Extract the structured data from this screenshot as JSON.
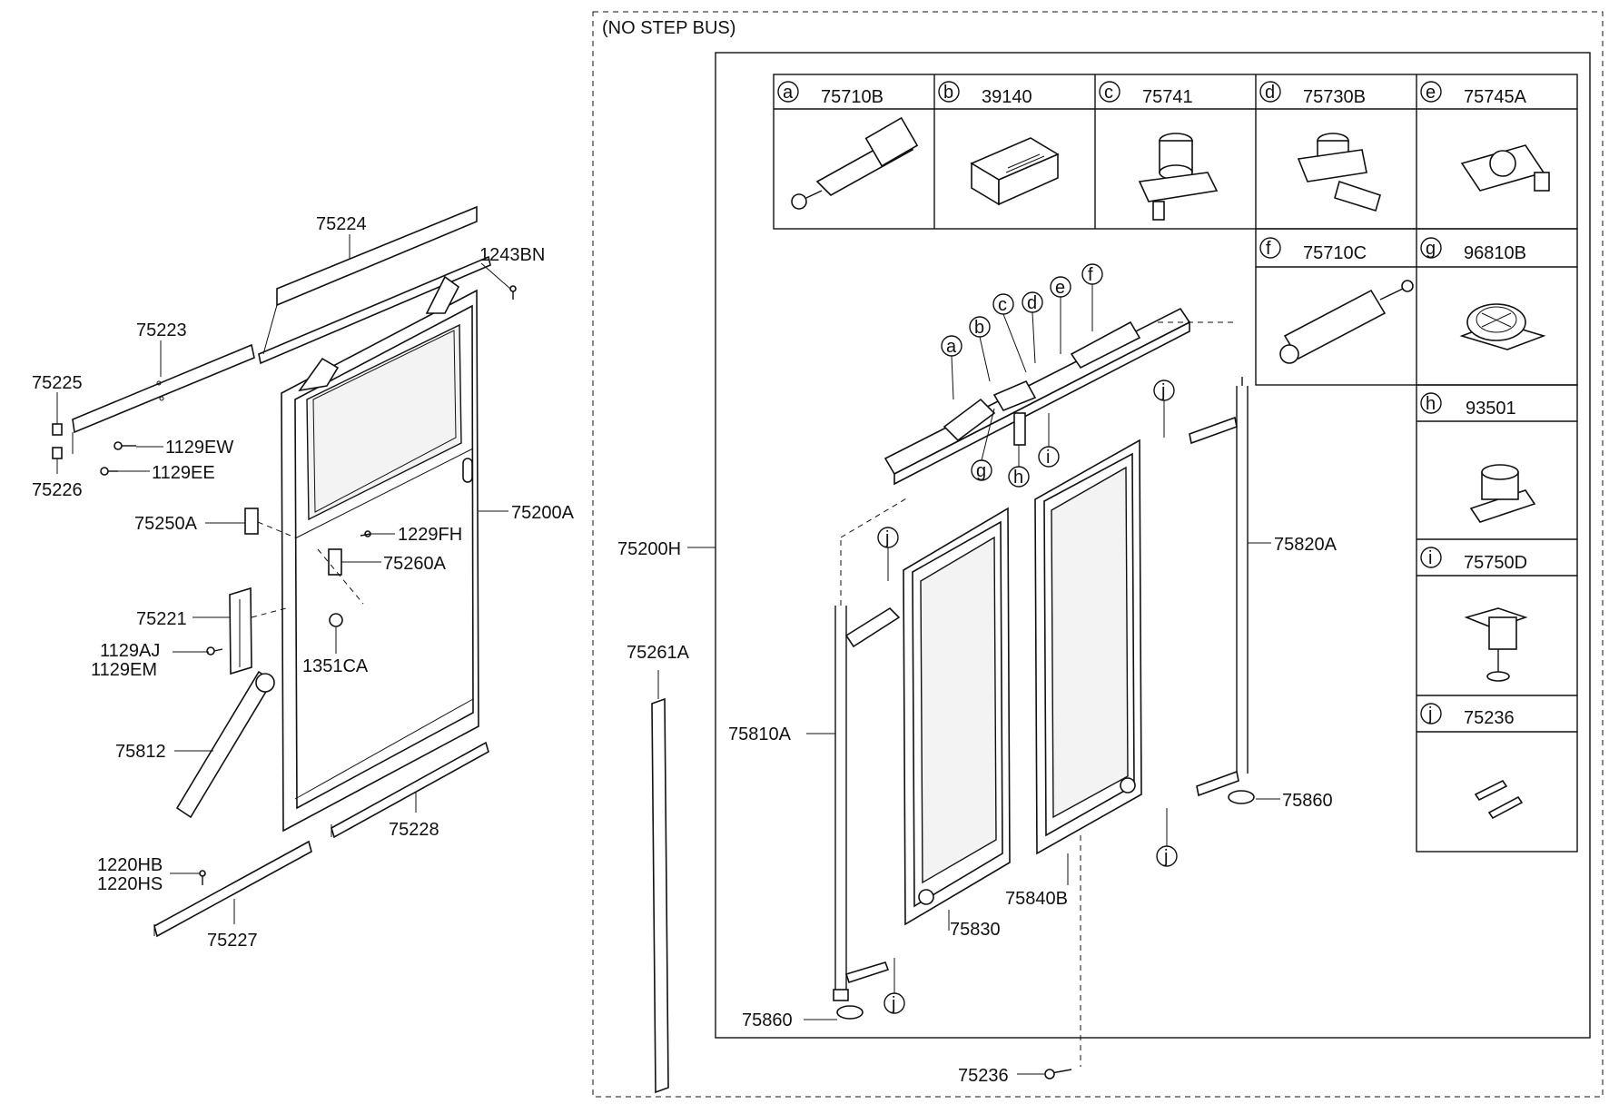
{
  "section_label": "(NO STEP BUS)",
  "callouts_left": {
    "c75224": "75224",
    "c1243BN": "1243BN",
    "c75223": "75223",
    "c75225": "75225",
    "c75226": "75226",
    "c1129EW": "1129EW",
    "c1129EE": "1129EE",
    "c75250A": "75250A",
    "c1229FH": "1229FH",
    "c75260A": "75260A",
    "c75200A": "75200A",
    "c75221": "75221",
    "c1129AJ": "1129AJ",
    "c1129EM": "1129EM",
    "c1351CA": "1351CA",
    "c75812": "75812",
    "c75228": "75228",
    "c1220HB": "1220HB",
    "c1220HS": "1220HS",
    "c75227": "75227"
  },
  "callouts_right": {
    "c75200H": "75200H",
    "c75261A": "75261A",
    "c75820A": "75820A",
    "c75810A": "75810A",
    "c75860a": "75860",
    "c75860b": "75860",
    "c75830": "75830",
    "c75840B": "75840B",
    "c75236": "75236"
  },
  "legend": [
    {
      "letter": "a",
      "part": "75710B"
    },
    {
      "letter": "b",
      "part": "39140"
    },
    {
      "letter": "c",
      "part": "75741"
    },
    {
      "letter": "d",
      "part": "75730B"
    },
    {
      "letter": "e",
      "part": "75745A"
    },
    {
      "letter": "f",
      "part": "75710C"
    },
    {
      "letter": "g",
      "part": "96810B"
    },
    {
      "letter": "h",
      "part": "93501"
    },
    {
      "letter": "i",
      "part": "75750D"
    },
    {
      "letter": "j",
      "part": "75236"
    }
  ],
  "letters": {
    "a": "a",
    "b": "b",
    "c": "c",
    "d": "d",
    "e": "e",
    "f": "f",
    "g": "g",
    "h": "h",
    "i": "i",
    "j": "j"
  }
}
